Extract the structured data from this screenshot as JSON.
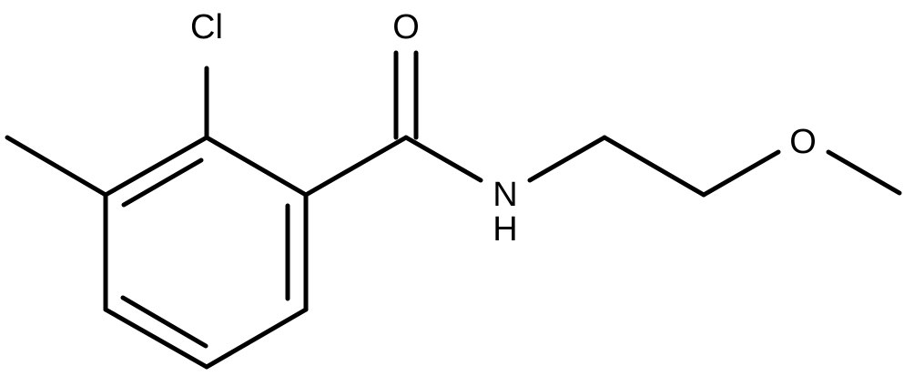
{
  "molecule": {
    "atoms": {
      "chlorine": "Cl",
      "carbonyl_oxygen": "O",
      "amide_nitrogen": "N",
      "amide_hydrogen": "H",
      "ether_oxygen": "O"
    }
  }
}
